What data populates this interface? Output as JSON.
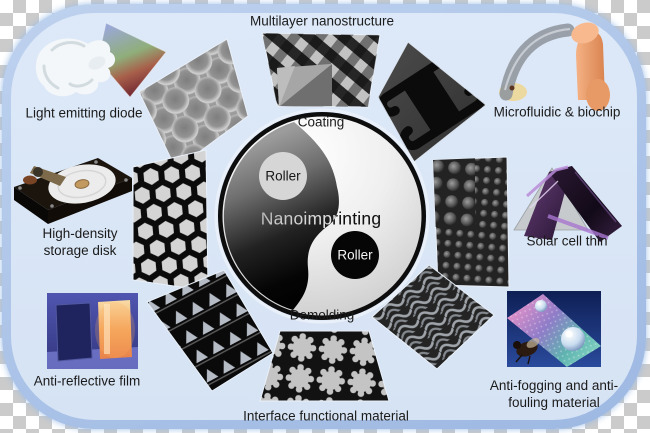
{
  "frame": {
    "bg": "#dae7f6",
    "rim": "#a3bde4",
    "outer_checker": "#cbcbcb"
  },
  "center": {
    "title": "Nanoimprinting",
    "coating": "Coating",
    "demolding": "Demolding",
    "roller_top": "Roller",
    "roller_bottom": "Roller",
    "yin_dark": "#111111",
    "yang_light": "#f2f2f2"
  },
  "apps": {
    "multilayer": {
      "label": "Multilayer nanostructure"
    },
    "led": {
      "label": "Light emitting diode"
    },
    "microfluidic": {
      "label": "Microfluidic & biochip"
    },
    "storage": {
      "line1": "High-density",
      "line2": "storage disk"
    },
    "solar": {
      "label": "Solar cell thin"
    },
    "antireflective": {
      "label": "Anti-reflective film"
    },
    "antifogging": {
      "line1": "Anti-fogging and anti-",
      "line2": "fouling material"
    },
    "interface": {
      "label": "Interface functional material"
    }
  }
}
